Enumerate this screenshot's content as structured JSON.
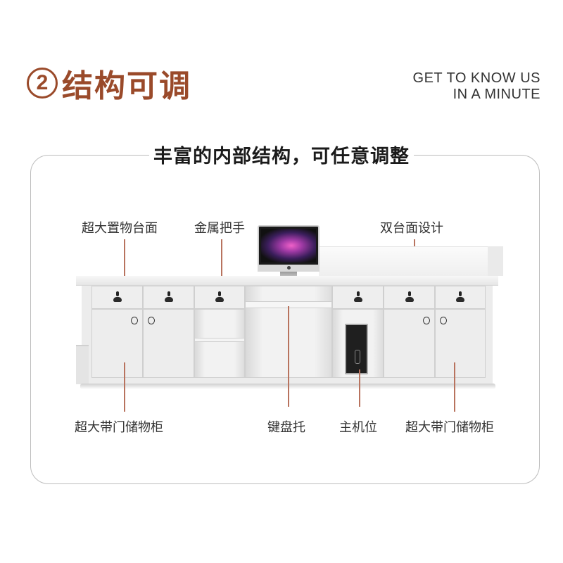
{
  "header": {
    "number": "2",
    "title": "结构可调",
    "tagline_line1": "GET TO KNOW US",
    "tagline_line2": "IN A MINUTE",
    "accent_color": "#9a4a2a"
  },
  "panel": {
    "subtitle": "丰富的内部结构，可任意调整"
  },
  "callouts": {
    "top": [
      {
        "label": "超大置物台面"
      },
      {
        "label": "金属把手"
      },
      {
        "label": "双台面设计"
      }
    ],
    "bottom": [
      {
        "label": "超大带门储物柜"
      },
      {
        "label": "键盘托"
      },
      {
        "label": "主机位"
      },
      {
        "label": "超大带门储物柜"
      }
    ],
    "leader_color": "#b8735e"
  },
  "product": {
    "name": "reception-counter",
    "monitor_icon": "imac-monitor-icon",
    "pc_icon": "pc-tower-icon"
  }
}
